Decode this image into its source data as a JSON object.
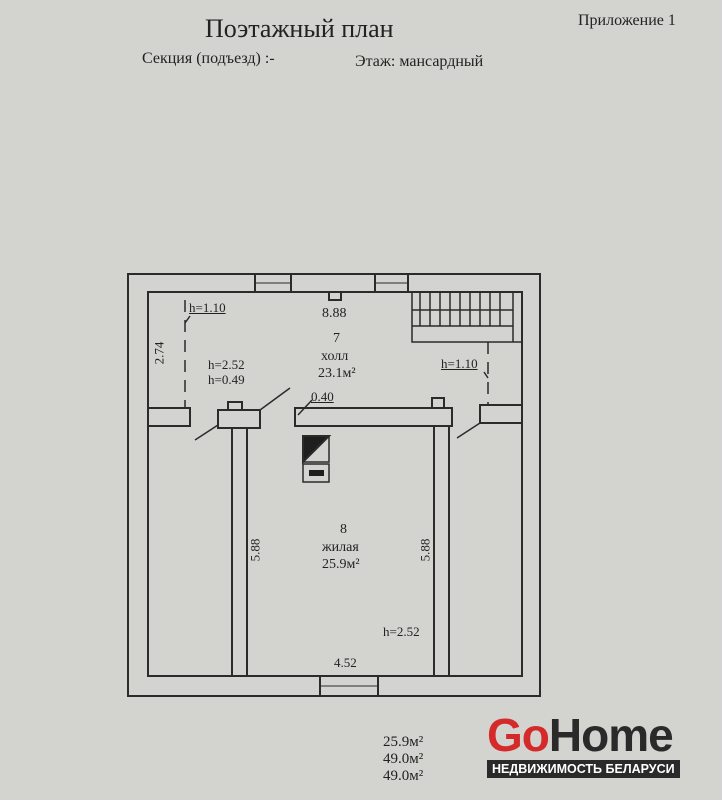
{
  "header": {
    "title": "Поэтажный план",
    "appendix": "Приложение 1",
    "section": "Секция (подъезд) :-",
    "floor": "Этаж: мансардный"
  },
  "plan": {
    "room7": {
      "number": "7",
      "name": "холл",
      "area": "23.1м²",
      "width": "8.88"
    },
    "room8": {
      "number": "8",
      "name": "жилая",
      "area": "25.9м²",
      "width": "4.52",
      "h": "h=2.52"
    },
    "dims": {
      "left_h": "h=1.10",
      "right_h": "h=1.10",
      "depth": "2.74",
      "h_main": "h=2.52",
      "h_low": "h=0.49",
      "wall": "0.40",
      "left_len": "5.88",
      "right_len": "5.88"
    }
  },
  "totals": [
    "25.9м²",
    "49.0м²",
    "49.0м²"
  ],
  "logo": {
    "go": "Go",
    "home": "Home",
    "tagline": "НЕДВИЖИМОСТЬ БЕЛАРУСИ",
    "go_color": "#d42a2a",
    "home_color": "#2a2a2a"
  }
}
